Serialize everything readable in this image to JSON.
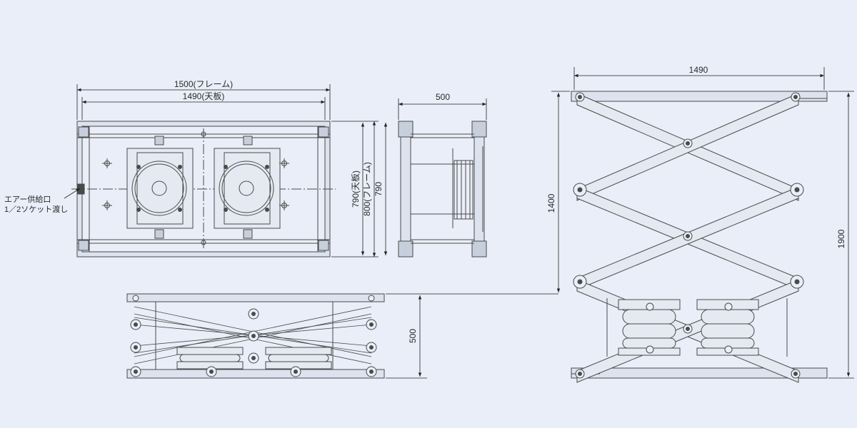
{
  "colors": {
    "background": "#e9eef8",
    "line": "#4a4a4a",
    "fill": "#dde3ee",
    "dim": "#222222"
  },
  "top_view": {
    "frame_width_label": "1500(フレーム)",
    "plate_width_label": "1490(天板)",
    "plate_depth_label": "790(天板)",
    "frame_depth_label": "800(フレーム)",
    "air_note_line1": "エアー供給口",
    "air_note_line2": "1／2ソケット渡し"
  },
  "end_view": {
    "width_label": "500",
    "depth_label": "790"
  },
  "lowered_view": {
    "height_label": "500"
  },
  "raised_view": {
    "width_label": "1490",
    "stroke_label": "1400",
    "total_height_label": "1900"
  }
}
